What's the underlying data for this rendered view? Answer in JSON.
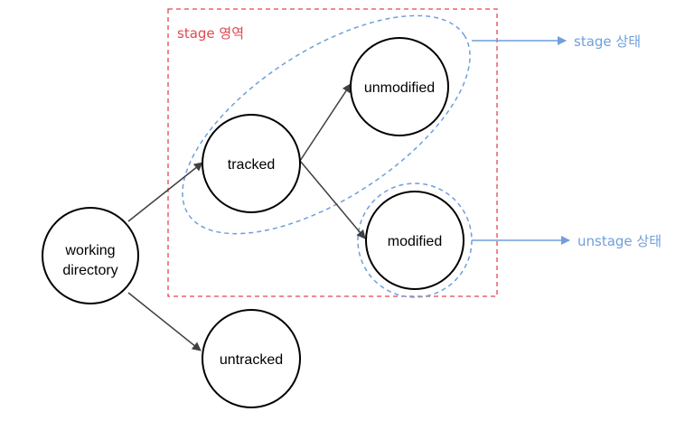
{
  "region": {
    "label": "stage 영역"
  },
  "nodes": {
    "working_directory": {
      "line1": "working",
      "line2": "directory"
    },
    "tracked": {
      "label": "tracked"
    },
    "untracked": {
      "label": "untracked"
    },
    "unmodified": {
      "label": "unmodified"
    },
    "modified": {
      "label": "modified"
    }
  },
  "legend": {
    "stage_state": "stage 상태",
    "unstage_state": "unstage 상태"
  },
  "colors": {
    "region_border": "#e0484f",
    "group_border": "#6f9fdc",
    "edge": "#555555"
  }
}
